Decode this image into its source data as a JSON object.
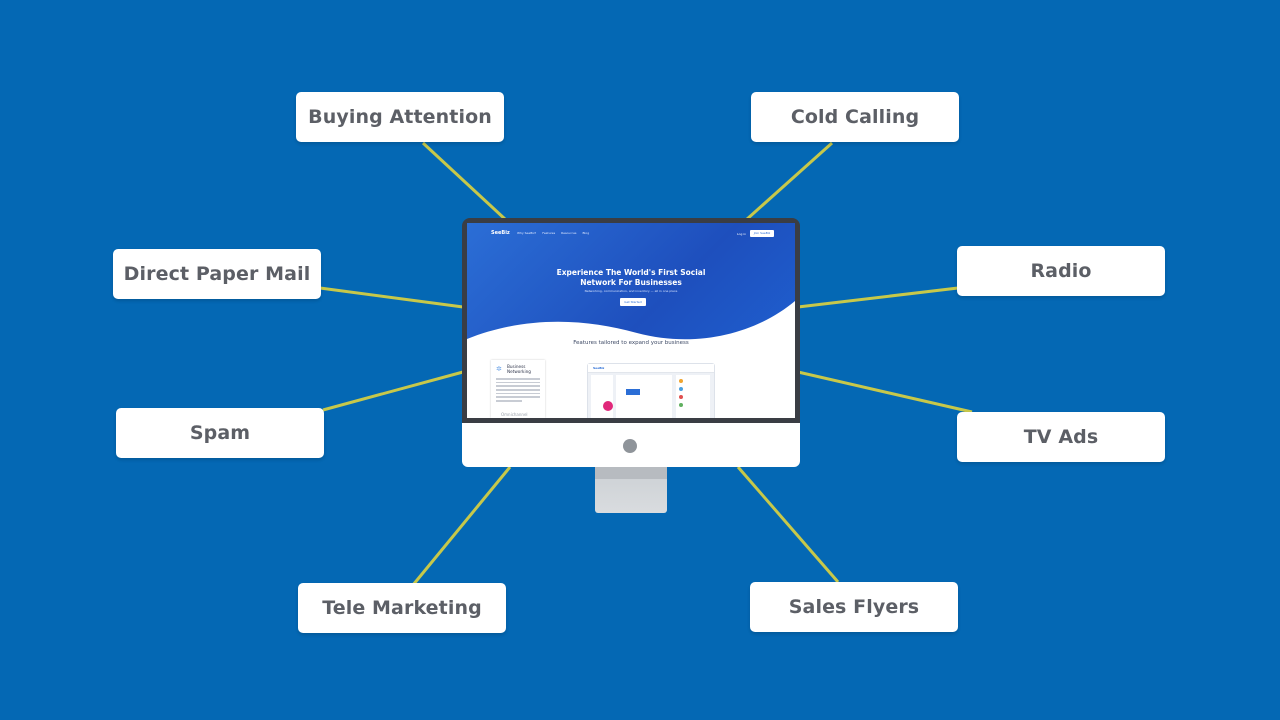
{
  "labels": {
    "buying_attention": "Buying Attention",
    "cold_calling": "Cold Calling",
    "direct_paper_mail": "Direct Paper Mail",
    "radio": "Radio",
    "spam": "Spam",
    "tv_ads": "TV Ads",
    "tele_marketing": "Tele Marketing",
    "sales_flyers": "Sales Flyers"
  },
  "screen": {
    "logo": "SeeBiz",
    "nav_items": [
      "Why SeeBiz?",
      "Features",
      "Resources",
      "Blog"
    ],
    "login": "Log in",
    "signup": "Join SeeBiz",
    "hero_title": "Experience The World's First Social Network For Businesses",
    "hero_subtitle": "Networking, communication, and inventory — all in one place",
    "hero_button": "Get Started",
    "features_title": "Features tailored to expand your business",
    "card_title": "Business Networking",
    "card2_title": "Omnichannel",
    "mock_logo": "SeeBiz"
  },
  "colors": {
    "background": "#0468b4",
    "connector": "#c7c84a",
    "box": "#ffffff",
    "label_text": "#5c5f66"
  }
}
